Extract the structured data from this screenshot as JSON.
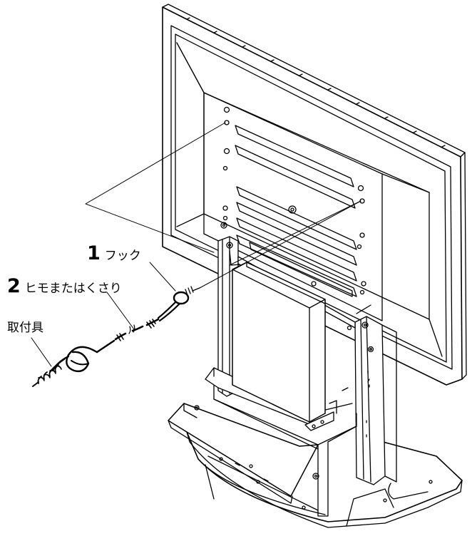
{
  "callouts": [
    {
      "number": "1",
      "text": "フック"
    },
    {
      "number": "2",
      "text": "ヒモまたはくさり"
    },
    {
      "number": "",
      "text": "取付具"
    }
  ],
  "colors": {
    "ink": "#000000",
    "paper": "#ffffff"
  }
}
